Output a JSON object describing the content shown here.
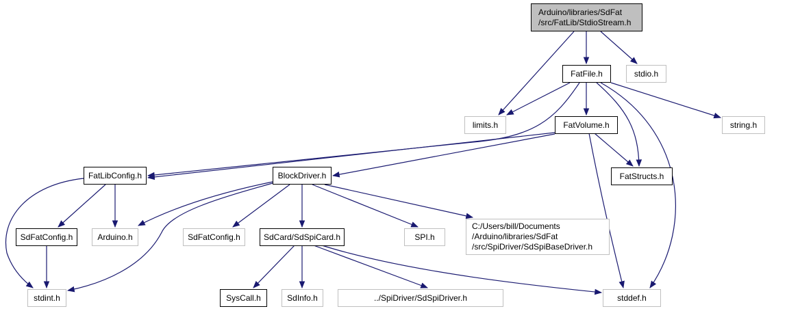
{
  "graph": {
    "edge_color": "#191970",
    "root": {
      "line1": "Arduino/libraries/SdFat",
      "line2": "/src/FatLib/StdioStream.h"
    },
    "nodes": {
      "fatfile": "FatFile.h",
      "stdio": "stdio.h",
      "limits": "limits.h",
      "fatvolume": "FatVolume.h",
      "string": "string.h",
      "fatstructs": "FatStructs.h",
      "fatlibconfig": "FatLibConfig.h",
      "blockdriver": "BlockDriver.h",
      "sdfatconfig_doc": "SdFatConfig.h",
      "arduino": "Arduino.h",
      "sdfatconfig_ext": "SdFatConfig.h",
      "sdspicard": "SdCard/SdSpiCard.h",
      "spi": "SPI.h",
      "spibasedriver": {
        "line1": "C:/Users/bill/Documents",
        "line2": "/Arduino/libraries/SdFat",
        "line3": "/src/SpiDriver/SdSpiBaseDriver.h"
      },
      "stdint": "stdint.h",
      "syscall": "SysCall.h",
      "sdinfo": "SdInfo.h",
      "sdspidriver": "../SpiDriver/SdSpiDriver.h",
      "stddef": "stddef.h"
    }
  }
}
